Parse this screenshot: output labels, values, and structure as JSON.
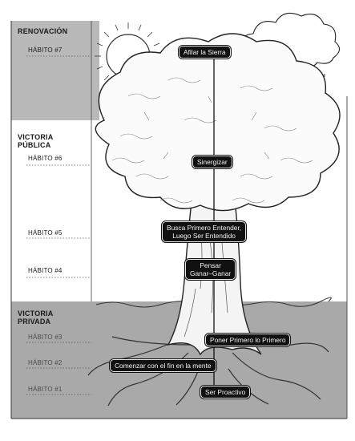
{
  "sections": {
    "renovacion": "RENOVACIÓN",
    "victoria_publica": "VICTORIA\nPÚBLICA",
    "victoria_privada": "VICTORIA\nPRIVADA"
  },
  "habits": {
    "h7": "HÁBITO #7",
    "h6": "HÁBITO #6",
    "h5": "HÁBITO #5",
    "h4": "HÁBITO #4",
    "h3": "HÁBITO #3",
    "h2": "HÁBITO #2",
    "h1": "HÁBITO #1"
  },
  "labels": {
    "afilar": "Afilar la Sierra",
    "sinergizar": "Sinergizar",
    "busca_1": "Busca Primero Entender,",
    "busca_2": "Luego Ser Entendido",
    "pensar_1": "Pensar",
    "pensar_2": "Ganar–Ganar",
    "poner": "Poner Primero lo Primero",
    "comenzar": "Comenzar con el fin en la mente",
    "proactivo": "Ser Proactivo"
  },
  "colors": {
    "renovacion_band": "#b9b9b9",
    "privada_band": "#a9a9a9",
    "label_bg": "#111111"
  }
}
